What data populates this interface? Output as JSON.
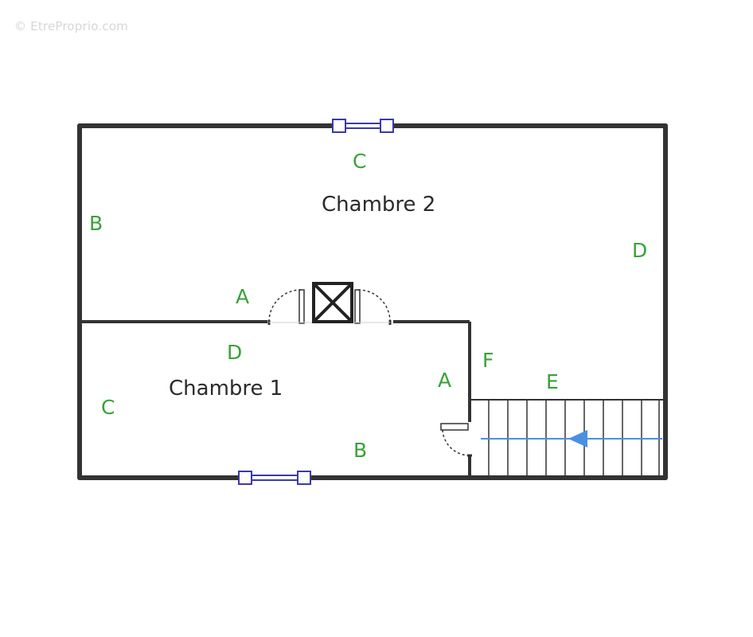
{
  "watermark": "© EtreProprio.com",
  "rooms": {
    "chambre2": "Chambre 2",
    "chambre1": "Chambre 1"
  },
  "wall_labels": {
    "c2_top": "C",
    "c2_left": "B",
    "c2_right": "D",
    "c2_bottom": "A",
    "c1_top": "D",
    "c1_left": "C",
    "c1_right": "A",
    "c1_bottom": "B",
    "stair_side": "F",
    "stair_top": "E"
  },
  "colors": {
    "wall": "#333333",
    "wall_label": "#3aa13a",
    "window": "#3a3aa8",
    "stair_arrow": "#4a90e2"
  }
}
